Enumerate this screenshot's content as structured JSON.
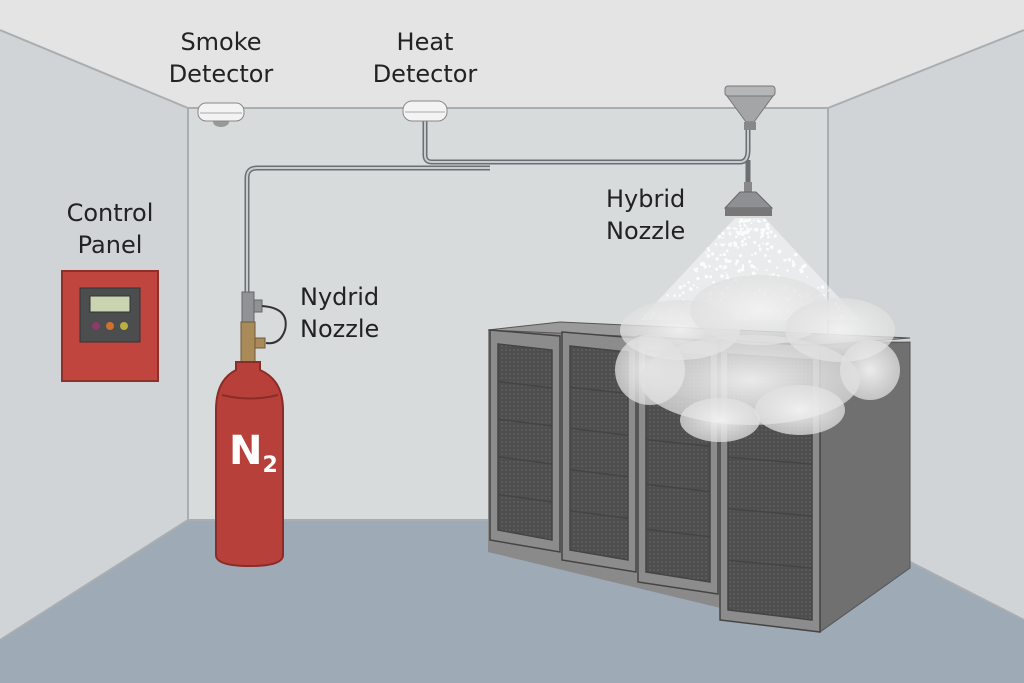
{
  "labels": {
    "smoke_detector": [
      "Smoke",
      "Detector"
    ],
    "heat_detector": [
      "Heat",
      "Detector"
    ],
    "control_panel": [
      "Control",
      "Panel"
    ],
    "nydrid_nozzle": [
      "Nydrid",
      "Nozzle"
    ],
    "hybrid_nozzle": [
      "Hybrid",
      "Nozzle"
    ]
  },
  "cylinder": {
    "symbol": "N",
    "subscript": "2"
  },
  "colors": {
    "cylinder": "#b8403a",
    "panel": "#c0453e",
    "floor": "#9eaab6",
    "wall": "#d6d9da",
    "ceiling": "#e4e4e4"
  }
}
